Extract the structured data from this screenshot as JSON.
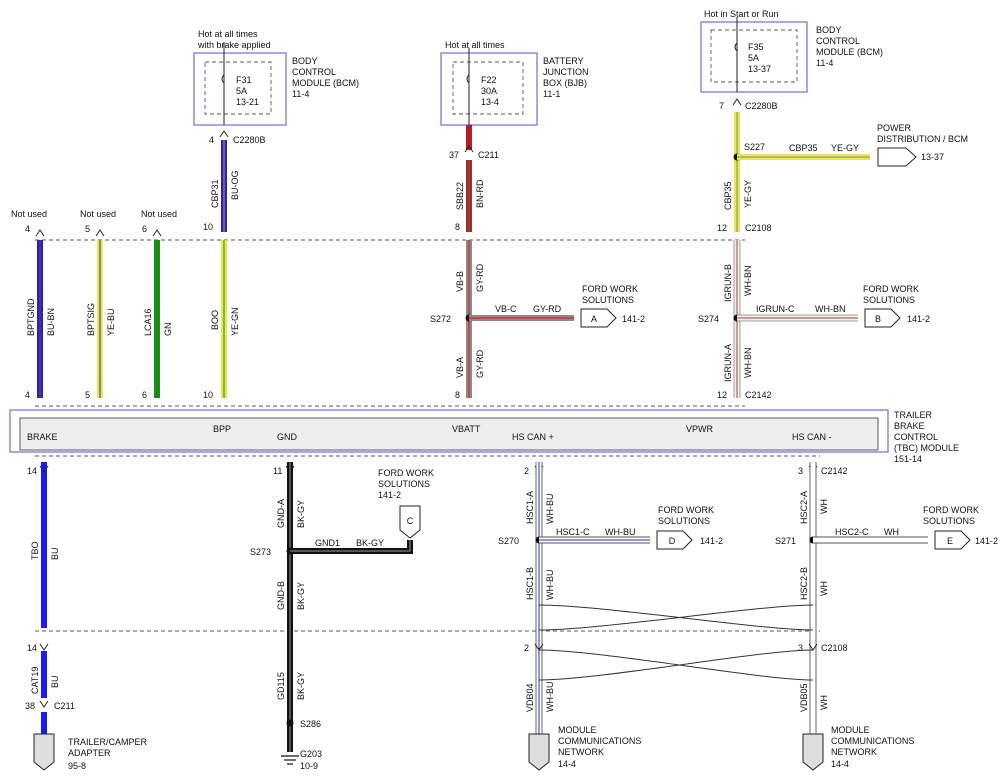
{
  "fuses": [
    {
      "id": "f31",
      "hot": [
        "Hot at all times",
        "with brake applied"
      ],
      "name": "F31",
      "amps": "5A",
      "ref": "13-21",
      "module": [
        "BODY",
        "CONTROL",
        "MODULE (BCM)",
        "11-4"
      ]
    },
    {
      "id": "f22",
      "hot": [
        "Hot at all times"
      ],
      "name": "F22",
      "amps": "30A",
      "ref": "13-4",
      "module": [
        "BATTERY",
        "JUNCTION",
        "BOX (BJB)",
        "11-1"
      ]
    },
    {
      "id": "f35",
      "hot": [
        "Hot in Start or Run"
      ],
      "name": "F35",
      "amps": "5A",
      "ref": "13-37",
      "module": [
        "BODY",
        "CONTROL",
        "MODULE (BCM)",
        "11-4"
      ]
    }
  ],
  "not_used": {
    "label": "Not used",
    "pins": [
      "4",
      "5",
      "6"
    ]
  },
  "wires_top": [
    {
      "circuit": "BPTGND",
      "color": "BU-BN",
      "pin_top": "4",
      "pin_bottom": "4"
    },
    {
      "circuit": "BPTSIG",
      "color": "YE-BU",
      "pin_top": "5",
      "pin_bottom": "5"
    },
    {
      "circuit": "LCA16",
      "color": "GN",
      "pin_top": "6",
      "pin_bottom": "6"
    },
    {
      "circuit": "BOO",
      "color": "YE-GN",
      "pin_top": "10",
      "pin_bottom": "10"
    },
    {
      "circuit": "CBP31",
      "color": "BU-OG",
      "pin": "4",
      "connector": "C2280B",
      "pin2": "10"
    }
  ],
  "vbatt": {
    "circuit_top": "SBB22",
    "color_top": "BN-RD",
    "pin": "37",
    "connector": "C211",
    "pin2": "8",
    "circuit_b": "VB-B",
    "circuit_a": "VB-A",
    "color": "GY-RD",
    "splice": "S272",
    "branch_circuit": "VB-C",
    "branch_color": "GY-RD",
    "pin_bottom": "8"
  },
  "vpwr": {
    "pin": "7",
    "connector": "C2280B",
    "splice_top": "S227",
    "circuit": "CBP35",
    "color": "YE-GY",
    "branch_circuit": "CBP35",
    "branch_color": "YE-GY",
    "pin2": "12",
    "connector2": "C2108",
    "circuit_b": "IGRUN-B",
    "circuit_a": "IGRUN-A",
    "color2": "WH-BN",
    "splice": "S274",
    "branch2_circuit": "IGRUN-C",
    "branch2_color": "WH-BN",
    "pin_bottom": "12",
    "connector_bottom": "C2142"
  },
  "power_dist": {
    "lines": [
      "POWER",
      "DISTRIBUTION / BCM"
    ],
    "ref": "13-37"
  },
  "ford_ws": {
    "lines": [
      "FORD WORK",
      "SOLUTIONS"
    ]
  },
  "flags": [
    {
      "letter": "A",
      "ref": "141-2"
    },
    {
      "letter": "B",
      "ref": "141-2"
    },
    {
      "letter": "C",
      "ref": "141-2"
    },
    {
      "letter": "D",
      "ref": "141-2"
    },
    {
      "letter": "E",
      "ref": "141-2"
    }
  ],
  "module": {
    "pins_top": [
      "BRAKE",
      "BPP",
      "GND",
      "VBATT",
      "HS CAN +",
      "VPWR",
      "HS CAN -"
    ],
    "name": [
      "TRAILER",
      "BRAKE",
      "CONTROL",
      "(TBC) MODULE",
      "151-14"
    ]
  },
  "brake_out": {
    "pin": "14",
    "circuit": "TBO",
    "color": "BU",
    "pin2": "14",
    "circuit2": "CAT19",
    "color2": "BU",
    "pin3": "38",
    "connector": "C211",
    "dest": [
      "TRAILER/CAMPER",
      "ADAPTER",
      "95-8"
    ]
  },
  "gnd_out": {
    "pin": "11",
    "circuit_a": "GND-A",
    "circuit_b": "GND-B",
    "color": "BK-GY",
    "splice": "S273",
    "branch_circuit": "GND1",
    "branch_color": "BK-GY",
    "circuit_c": "GD115",
    "splice2": "S286",
    "ground": "G203",
    "ground_ref": "10-9"
  },
  "can_plus": {
    "pin": "2",
    "circuit_a": "HSC1-A",
    "circuit_b": "HSC1-B",
    "color": "WH-BU",
    "splice": "S270",
    "branch_circuit": "HSC1-C",
    "branch_color": "WH-BU",
    "pin2": "2",
    "circuit_c": "VDB04",
    "dest": [
      "MODULE",
      "COMMUNICATIONS",
      "NETWORK",
      "14-4"
    ]
  },
  "can_minus": {
    "pin": "3",
    "connector": "C2142",
    "circuit_a": "HSC2-A",
    "circuit_b": "HSC2-B",
    "color": "WH",
    "splice": "S271",
    "branch_circuit": "HSC2-C",
    "branch_color": "WH",
    "pin2": "3",
    "connector2": "C2108",
    "circuit_c": "VDB05",
    "dest": [
      "MODULE",
      "COMMUNICATIONS",
      "NETWORK",
      "14-4"
    ]
  },
  "colors": {
    "blue": "#1a1aff",
    "bcm_blue": "#2222cc",
    "red": "#b81c1c",
    "yellow": "#ffff33",
    "green": "#1c8c1c",
    "box_border": "#6f6fd8",
    "module_fill": "#eeeeee",
    "bk": "#111111"
  }
}
